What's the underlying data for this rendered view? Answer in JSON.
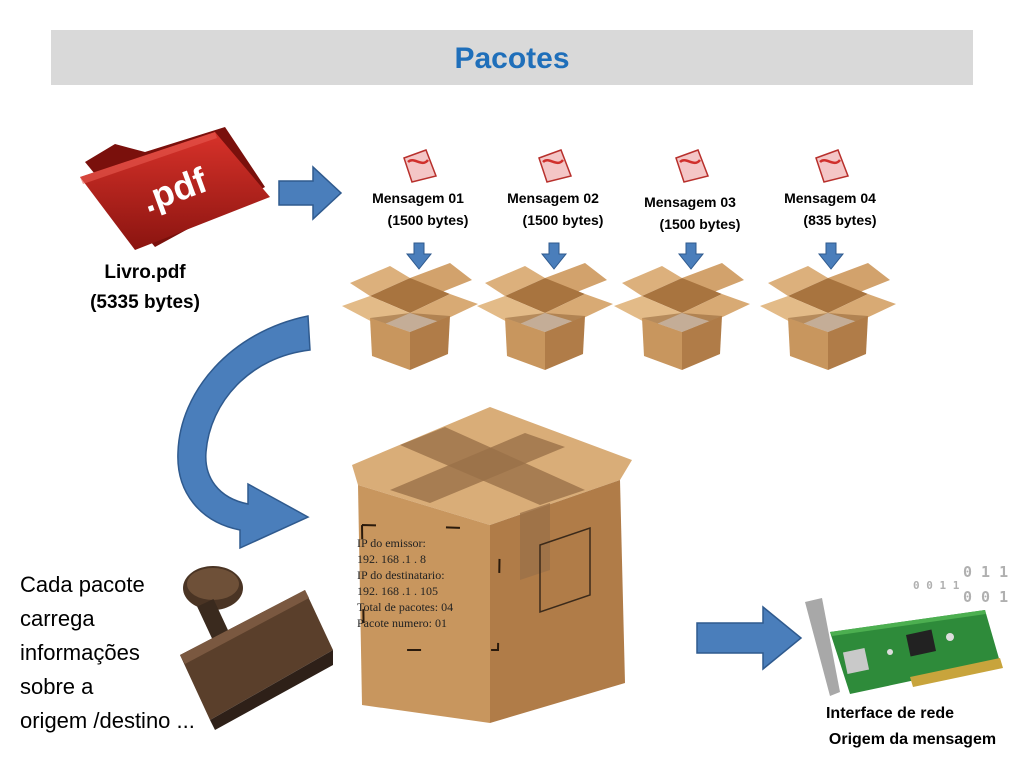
{
  "title": "Pacotes",
  "book": {
    "name": "Livro.pdf",
    "size": "(5335 bytes)",
    "icon_text": ".pdf"
  },
  "messages": [
    {
      "name": "Mensagem 01",
      "size": "(1500 bytes)"
    },
    {
      "name": "Mensagem 02",
      "size": "(1500 bytes)"
    },
    {
      "name": "Mensagem 03",
      "size": "(1500 bytes)"
    },
    {
      "name": "Mensagem 04",
      "size": "(835 bytes)"
    }
  ],
  "package_label": {
    "line1": "IP do emissor:",
    "line2": "192. 168 .1 . 8",
    "line3": "IP do destinatario:",
    "line4": "192. 168 .1 . 105",
    "line5": "Total de pacotes: 04",
    "line6": "Pacote numero: 01"
  },
  "description": {
    "line1": "Cada pacote",
    "line2": "carrega",
    "line3": "informações",
    "line4": "sobre a",
    "line5": "origem /destino ..."
  },
  "nic": {
    "line1": "Interface de rede",
    "line2": "Origem da mensagem",
    "bits_a": "0 1 1",
    "bits_b": "0 0 1 1",
    "bits_c": "0 0 1"
  },
  "colors": {
    "title": "#1f6fba",
    "arrow": "#4a7ebb",
    "title_bar": "#d9d9d9",
    "box": "#c8965e",
    "pdf_red": "#c0201c"
  },
  "icons": [
    "pdf-folder-icon",
    "pdf-document-icon",
    "cardboard-box-icon",
    "rubber-stamp-icon",
    "network-card-icon",
    "blue-arrow-icon",
    "curved-arrow-icon"
  ]
}
